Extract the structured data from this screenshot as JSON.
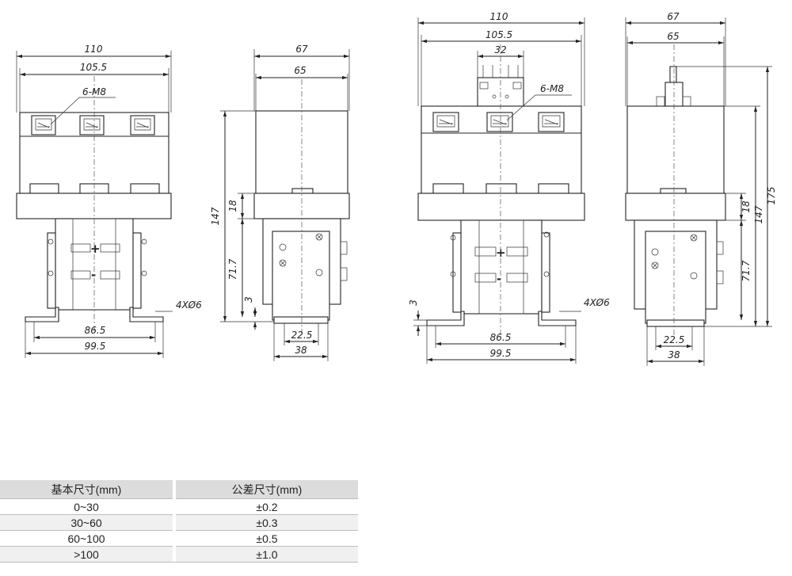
{
  "views": {
    "front_left": {
      "w110": "110",
      "w105": "105.5",
      "terminals": "6-M8",
      "w86": "86.5",
      "w99": "99.5",
      "holes": "4XØ6",
      "plus": "+",
      "minus": "-"
    },
    "side_left": {
      "w67": "67",
      "w65": "65",
      "h147": "147",
      "h18": "18",
      "h71": "71.7",
      "h3": "3",
      "w22": "22.5",
      "w38": "38"
    },
    "front_right": {
      "w110": "110",
      "w105": "105.5",
      "w32": "32",
      "terminals": "6-M8",
      "w86": "86.5",
      "w99": "99.5",
      "holes": "4XØ6",
      "h3": "3",
      "plus": "+",
      "minus": "-"
    },
    "side_right": {
      "w67": "67",
      "w65": "65",
      "h175": "175",
      "h147": "147",
      "h18": "18",
      "h71": "71.7",
      "w22": "22.5",
      "w38": "38"
    }
  },
  "tolerance_table": {
    "headers": [
      "基本尺寸(mm)",
      "公差尺寸(mm)"
    ],
    "rows": [
      [
        "0~30",
        "±0.2"
      ],
      [
        "30~60",
        "±0.3"
      ],
      [
        "60~100",
        "±0.5"
      ],
      [
        ">100",
        "±1.0"
      ]
    ]
  }
}
